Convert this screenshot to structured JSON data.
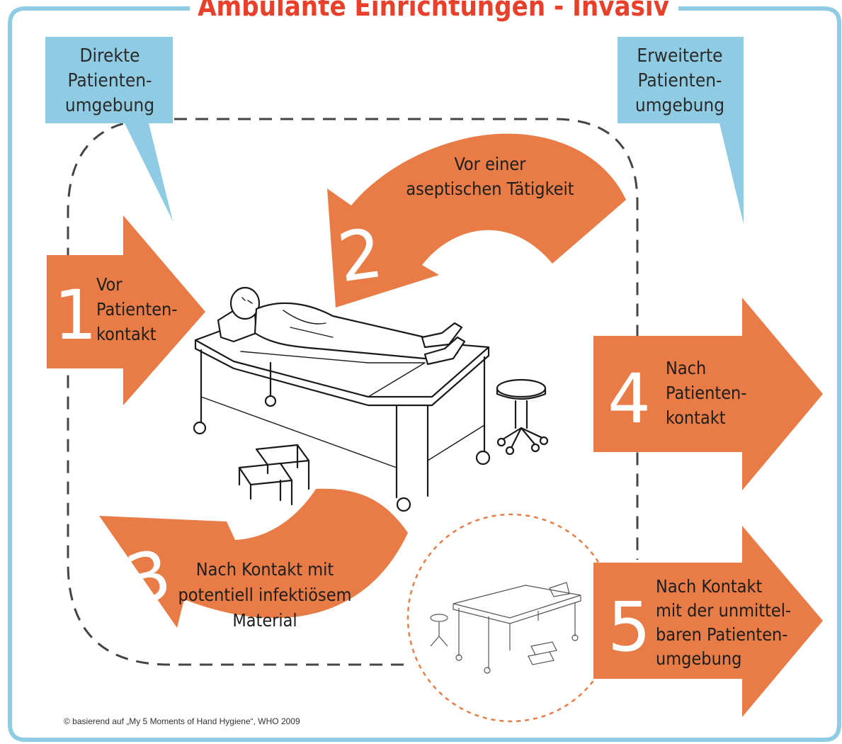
{
  "title": "Ambulante Einrichtungen - Invasiv",
  "zones": {
    "direct": [
      "Direkte",
      "Patienten-",
      "umgebung"
    ],
    "extended": [
      "Erweiterte",
      "Patienten-",
      "umgebung"
    ]
  },
  "moments": [
    {
      "number": "1",
      "lines": [
        "Vor",
        "Patienten-",
        "kontakt"
      ]
    },
    {
      "number": "2",
      "lines": [
        "Vor einer",
        "aseptischen Tätigkeit"
      ]
    },
    {
      "number": "3",
      "lines": [
        "Nach Kontakt mit",
        "potentiell infektiösem",
        "Material"
      ]
    },
    {
      "number": "4",
      "lines": [
        "Nach",
        "Patienten-",
        "kontakt"
      ]
    },
    {
      "number": "5",
      "lines": [
        "Nach Kontakt",
        "mit der unmittel-",
        "baren Patienten-",
        "umgebung"
      ]
    }
  ],
  "footer": "© basierend auf „My 5 Moments of Hand Hygiene“, WHO 2009",
  "colors": {
    "frame_blue": "#8fcbe2",
    "callout_blue": "#8fcbe2",
    "arrow_orange": "#e97c46",
    "title_red": "#e8402a",
    "dashed_gray": "#444444"
  }
}
